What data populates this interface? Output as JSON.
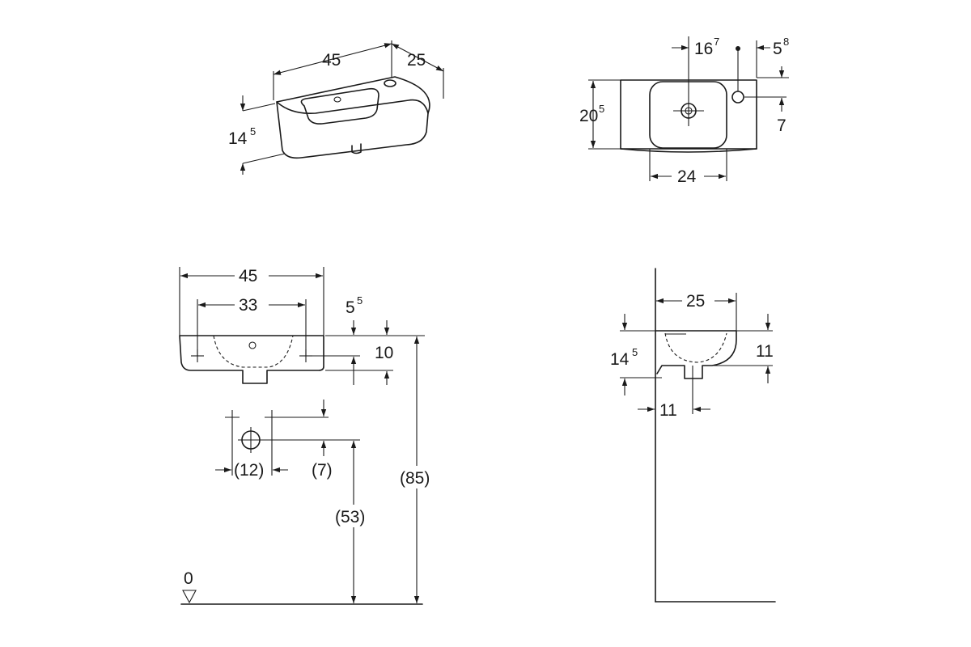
{
  "iso_view": {
    "width": "45",
    "depth": "25",
    "height_main": "14",
    "height_sup": "5"
  },
  "top_view": {
    "tap_offset_main": "16",
    "tap_offset_sup": "7",
    "edge_main": "5",
    "edge_sup": "8",
    "depth_main": "20",
    "depth_sup": "5",
    "tap_depth": "7",
    "bowl_width": "24"
  },
  "front_view": {
    "width": "45",
    "fixing": "33",
    "top_main": "5",
    "top_sup": "5",
    "height": "10",
    "pipe_spacing": "(12)",
    "pipe_offset": "(7)",
    "drain_height": "(53)",
    "total_height": "(85)",
    "floor_label": "0"
  },
  "side_view": {
    "depth": "25",
    "height_main": "14",
    "height_sup": "5",
    "height": "11",
    "drain_offset": "11"
  }
}
